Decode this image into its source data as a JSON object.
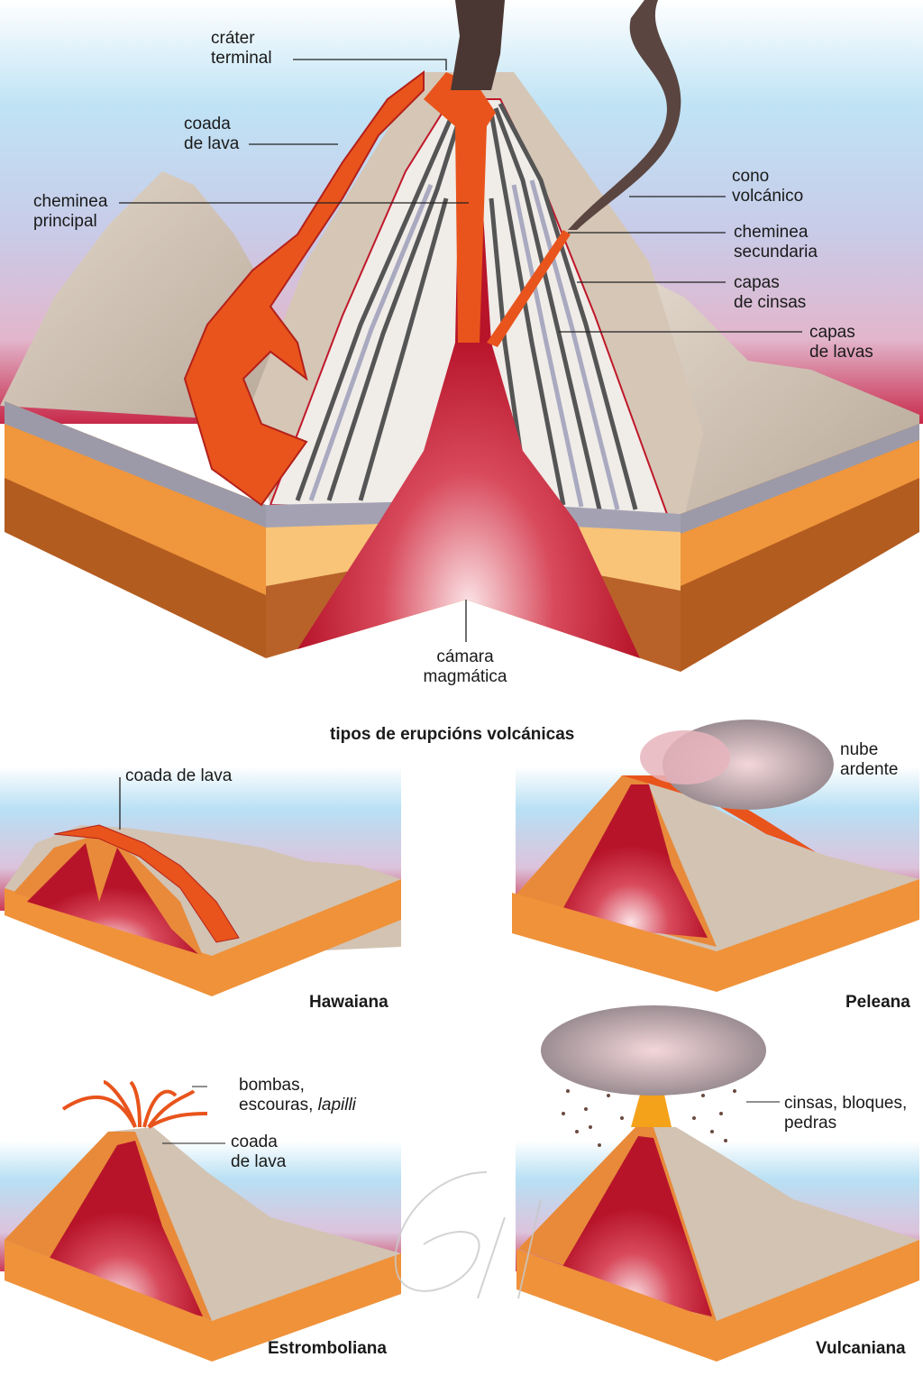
{
  "main_diagram": {
    "labels": {
      "crater_terminal": [
        "cráter",
        "terminal"
      ],
      "coada_de_lava": [
        "coada",
        "de lava"
      ],
      "cheminea_principal": [
        "cheminea",
        "principal"
      ],
      "cono_volcanico": [
        "cono",
        "volcánico"
      ],
      "cheminea_secundaria": [
        "cheminea",
        "secundaria"
      ],
      "capas_de_cinsas": [
        "capas",
        "de cinsas"
      ],
      "capas_de_lavas": [
        "capas",
        "de lavas"
      ],
      "camara_magmatica": [
        "cámara",
        "magmática"
      ]
    }
  },
  "eruption_types": {
    "title": "tipos de erupcións volcánicas",
    "hawaiana": {
      "name": "Hawaiana",
      "label": "coada de lava"
    },
    "peleana": {
      "name": "Peleana",
      "label": [
        "nube",
        "ardente"
      ]
    },
    "estromboliana": {
      "name": "Estromboliana",
      "label1": [
        "bombas,",
        "escouras, ",
        "lapilli"
      ],
      "label2": [
        "coada",
        "de lava"
      ]
    },
    "vulcaniana": {
      "name": "Vulcaniana",
      "label": [
        "cinsas, bloques,",
        "pedras"
      ]
    }
  },
  "colors": {
    "lava": "#e8541c",
    "magma": "#c0182a",
    "rock": "#d6c8b8",
    "orange": "#f0963c",
    "brown": "#b05a1e"
  }
}
